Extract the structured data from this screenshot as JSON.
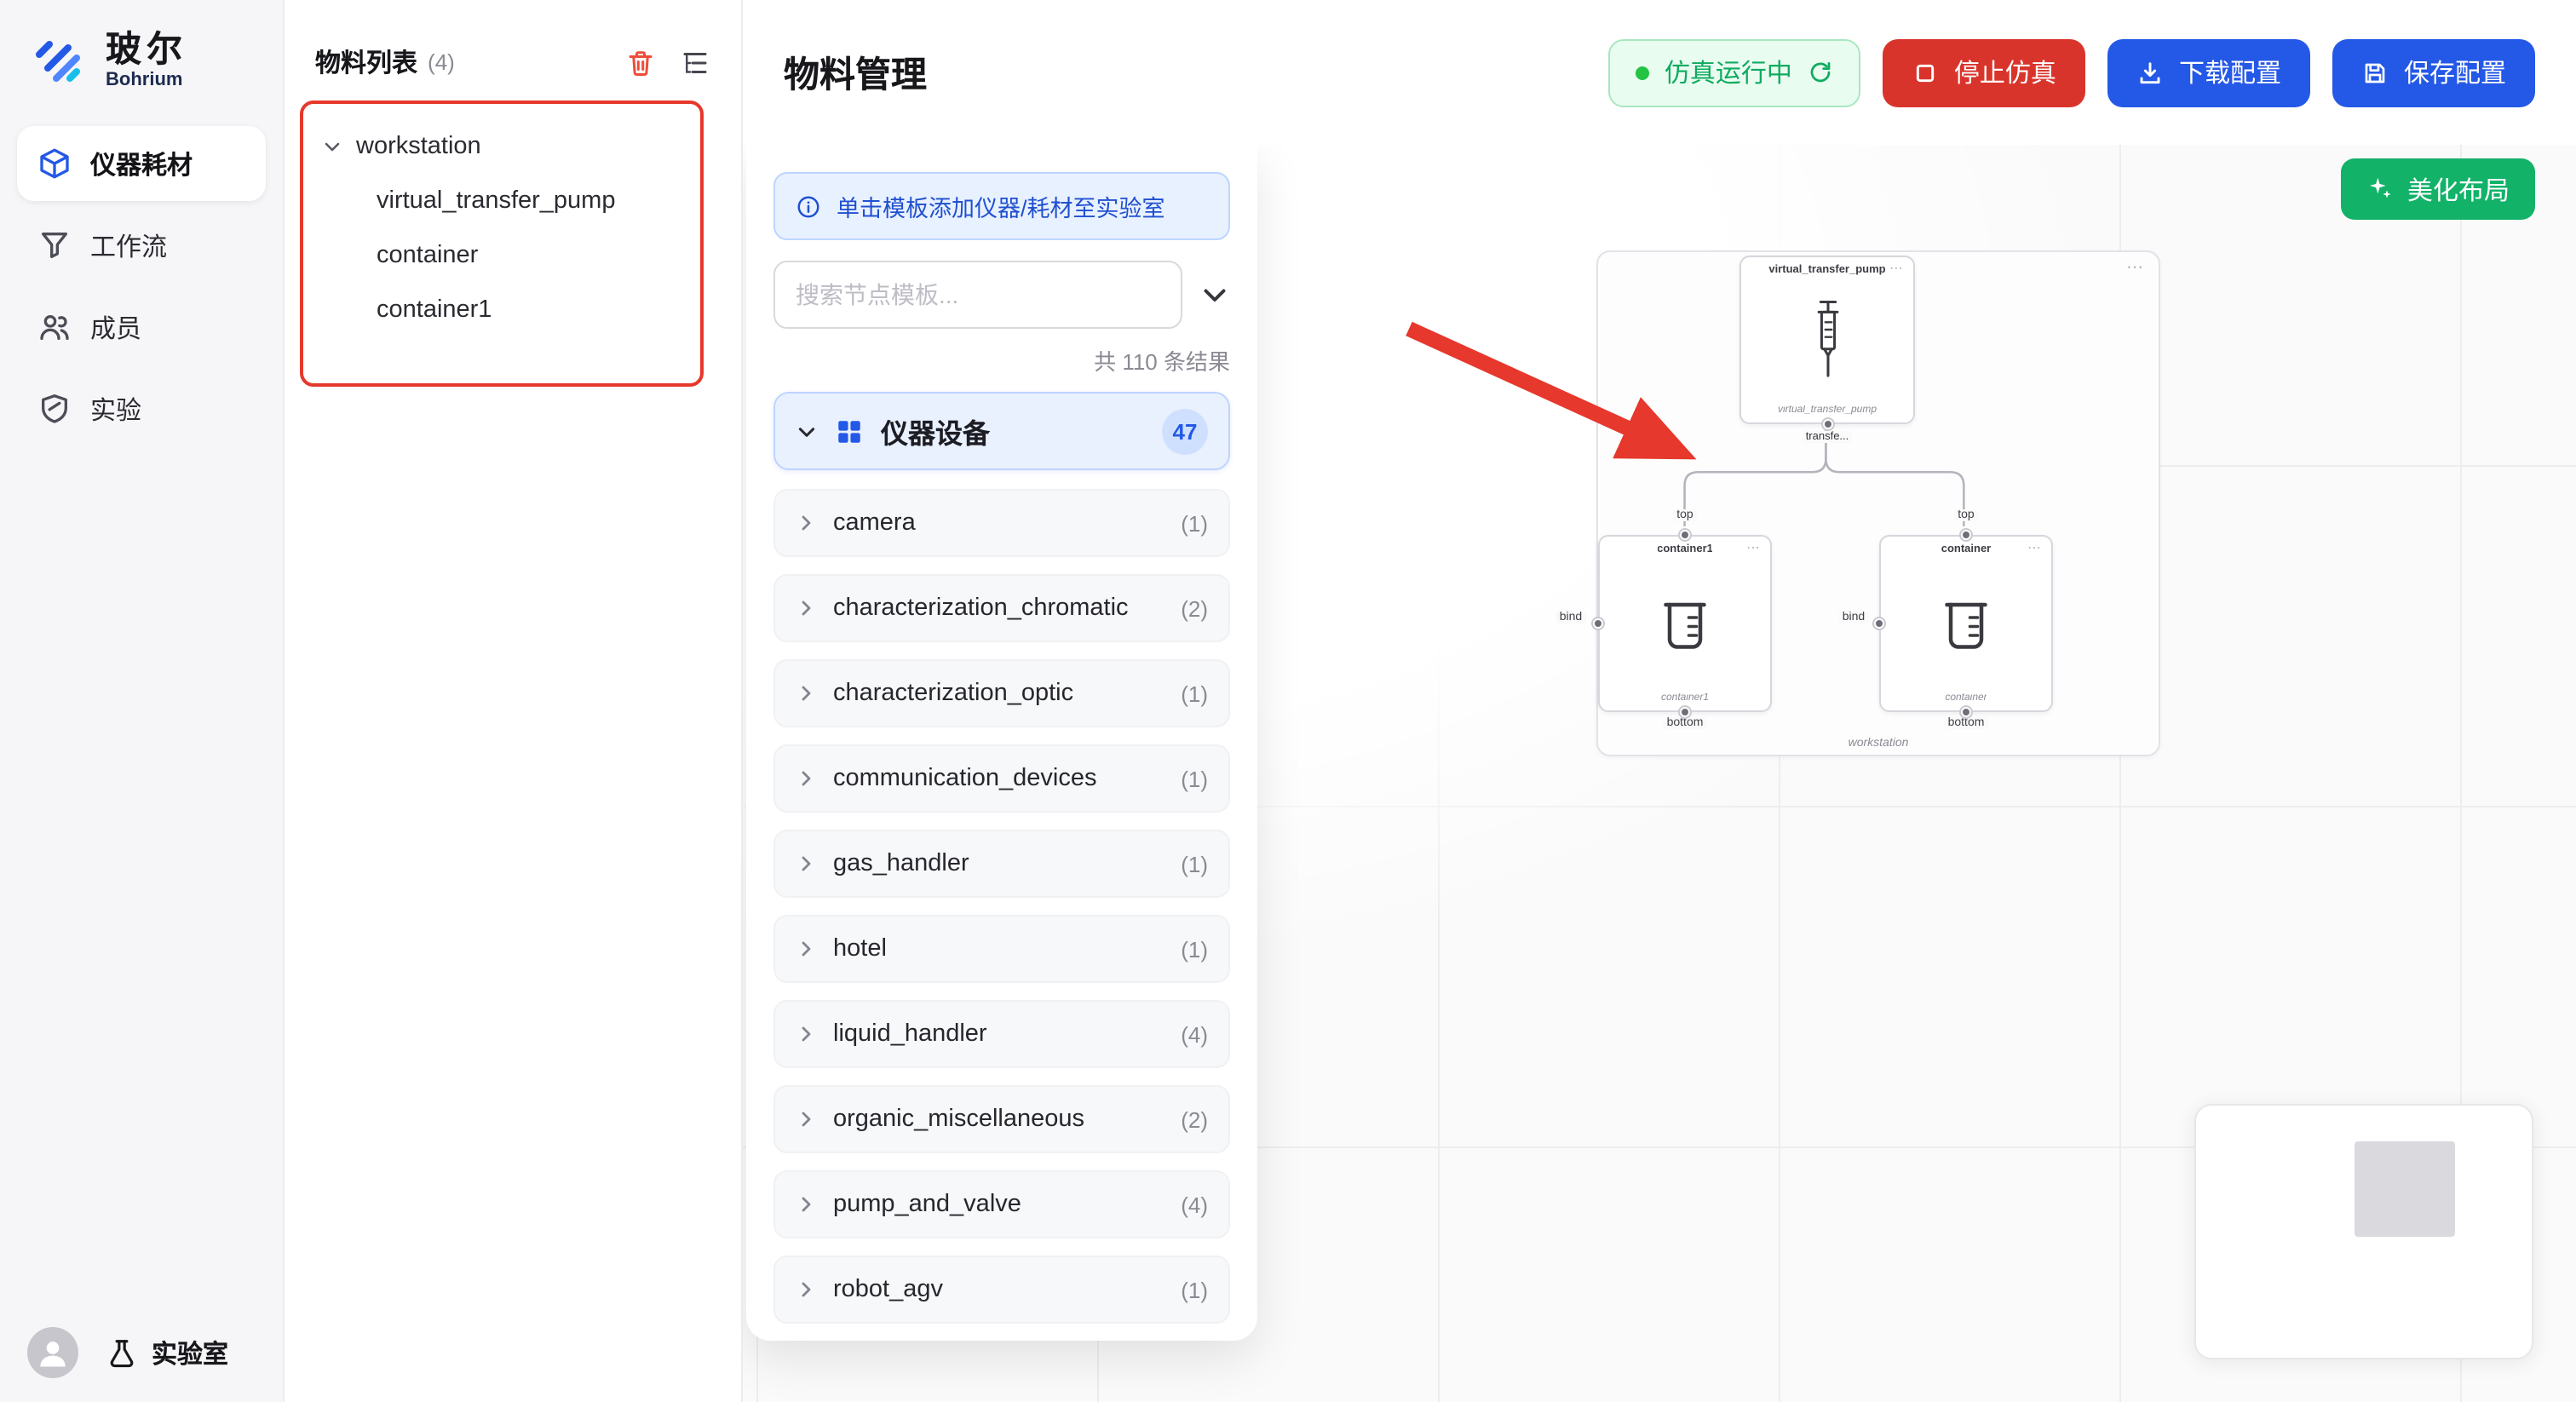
{
  "sidebar": {
    "brand": {
      "name_zh": "玻尔",
      "name_en": "Bohrium"
    },
    "items": [
      {
        "label": "仪器耗材",
        "active": true
      },
      {
        "label": "工作流",
        "active": false
      },
      {
        "label": "成员",
        "active": false
      },
      {
        "label": "实验",
        "active": false
      }
    ],
    "footer": {
      "label": "实验室"
    }
  },
  "materials_panel": {
    "title": "物料列表",
    "count": "(4)",
    "tree": {
      "root": "workstation",
      "children": [
        "virtual_transfer_pump",
        "container",
        "container1"
      ]
    }
  },
  "header": {
    "title": "物料管理",
    "status_pill": "仿真运行中",
    "stop_button": "停止仿真",
    "download_button": "下载配置",
    "save_button": "保存配置"
  },
  "template_panel": {
    "banner": "单击模板添加仪器/耗材至实验室",
    "search_placeholder": "搜索节点模板...",
    "results_summary": "共 110 条结果",
    "category": {
      "label": "仪器设备",
      "badge": "47"
    },
    "items": [
      {
        "label": "camera",
        "count": "(1)"
      },
      {
        "label": "characterization_chromatic",
        "count": "(2)"
      },
      {
        "label": "characterization_optic",
        "count": "(1)"
      },
      {
        "label": "communication_devices",
        "count": "(1)"
      },
      {
        "label": "gas_handler",
        "count": "(1)"
      },
      {
        "label": "hotel",
        "count": "(1)"
      },
      {
        "label": "liquid_handler",
        "count": "(4)"
      },
      {
        "label": "organic_miscellaneous",
        "count": "(2)"
      },
      {
        "label": "pump_and_valve",
        "count": "(4)"
      },
      {
        "label": "robot_agv",
        "count": "(1)"
      }
    ]
  },
  "canvas": {
    "beautify_button": "美化布局",
    "group": {
      "label": "workstation",
      "pump": {
        "title": "virtual_transfer_pump",
        "subtitle": "virtual_transfer_pump",
        "port_label": "transfe..."
      },
      "left_container": {
        "title": "container1",
        "subtitle": "container1",
        "top": "top",
        "bottom": "bottom",
        "bind": "bind"
      },
      "right_container": {
        "title": "container",
        "subtitle": "container",
        "top": "top",
        "bottom": "bottom",
        "bind": "bind"
      }
    }
  },
  "colors": {
    "accent_blue": "#2458e6",
    "danger_red": "#d9342b",
    "success_green": "#12b269",
    "annotation_red": "#e6382c"
  }
}
